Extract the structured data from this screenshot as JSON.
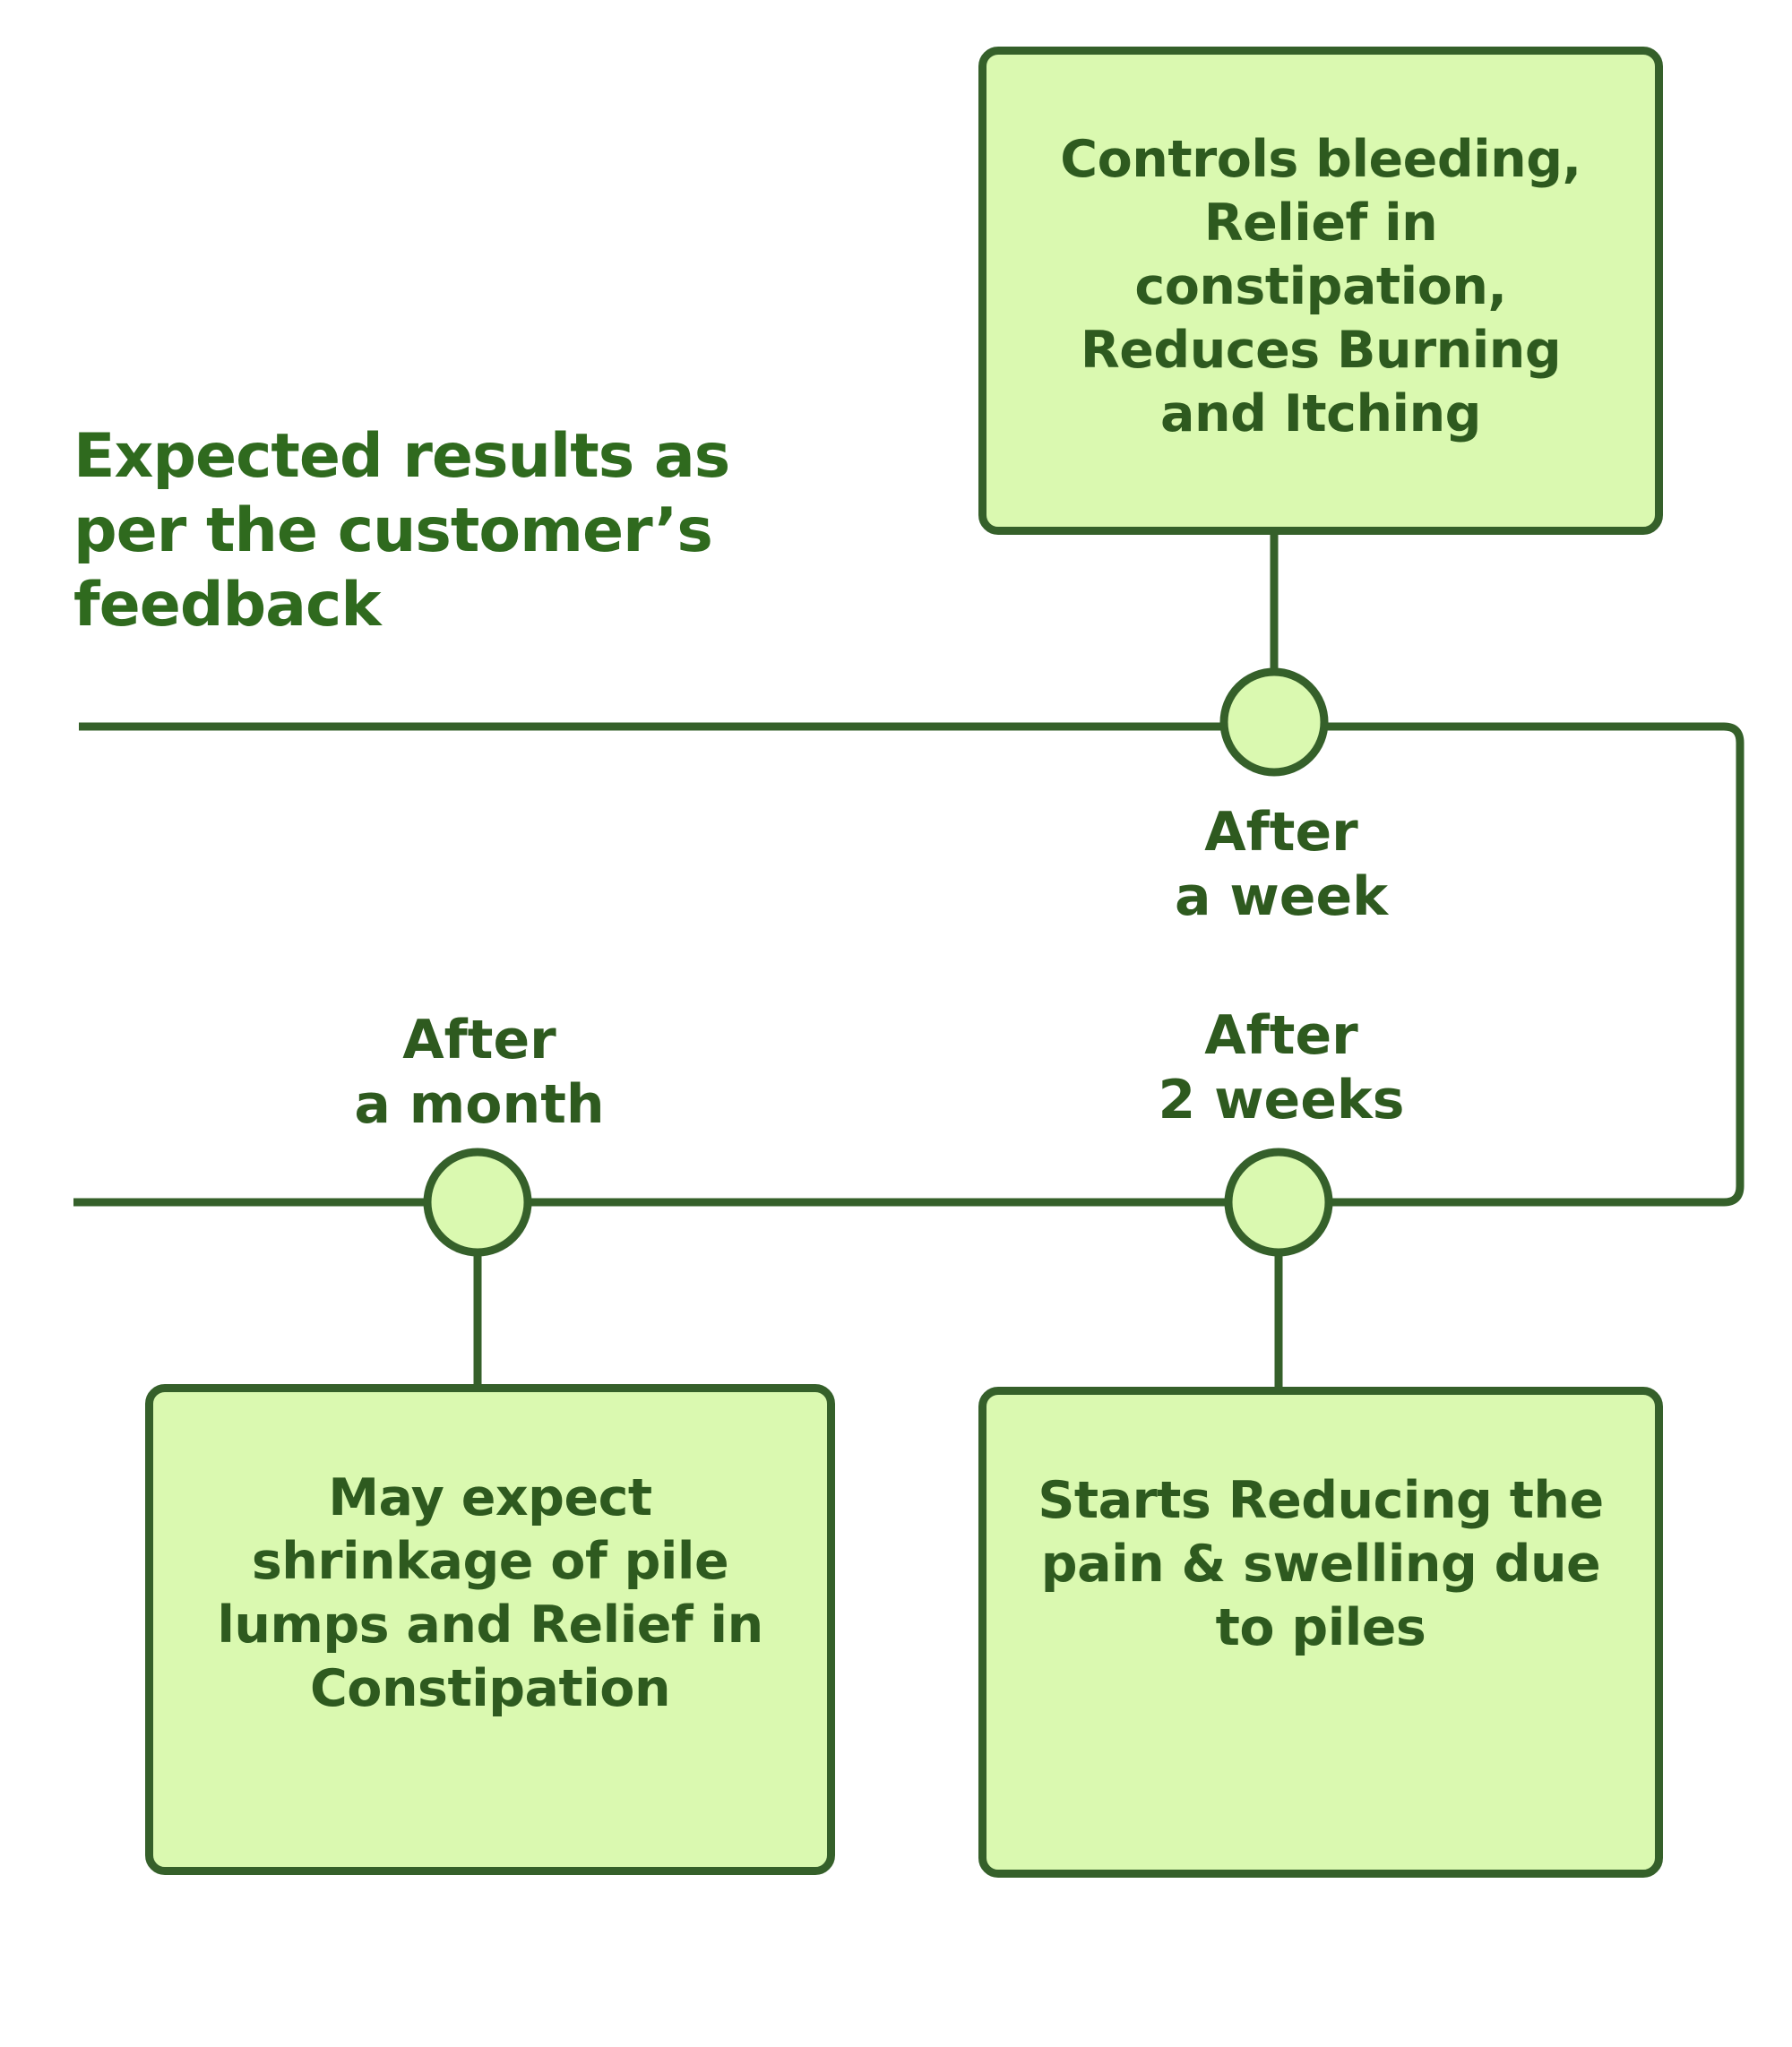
{
  "heading": {
    "lines": [
      "Expected results as",
      "per the customer’s",
      "feedback"
    ]
  },
  "milestones": {
    "week": {
      "label": [
        "After",
        "a week"
      ],
      "description": [
        "Controls bleeding,",
        "Relief in",
        "constipation,",
        "Reduces Burning",
        "and Itching"
      ]
    },
    "two_weeks": {
      "label": [
        "After",
        "2 weeks"
      ],
      "description": [
        "Starts Reducing the",
        "pain & swelling due",
        "to piles"
      ]
    },
    "month": {
      "label": [
        "After",
        "a month"
      ],
      "description": [
        "May expect",
        "shrinkage of pile",
        "lumps and Relief in",
        "Constipation"
      ]
    }
  },
  "colors": {
    "stroke": "#35602a",
    "fill": "#daf9b0",
    "text": "#2e5a1f",
    "heading_text": "#2f6a1e",
    "background": "#ffffff"
  }
}
